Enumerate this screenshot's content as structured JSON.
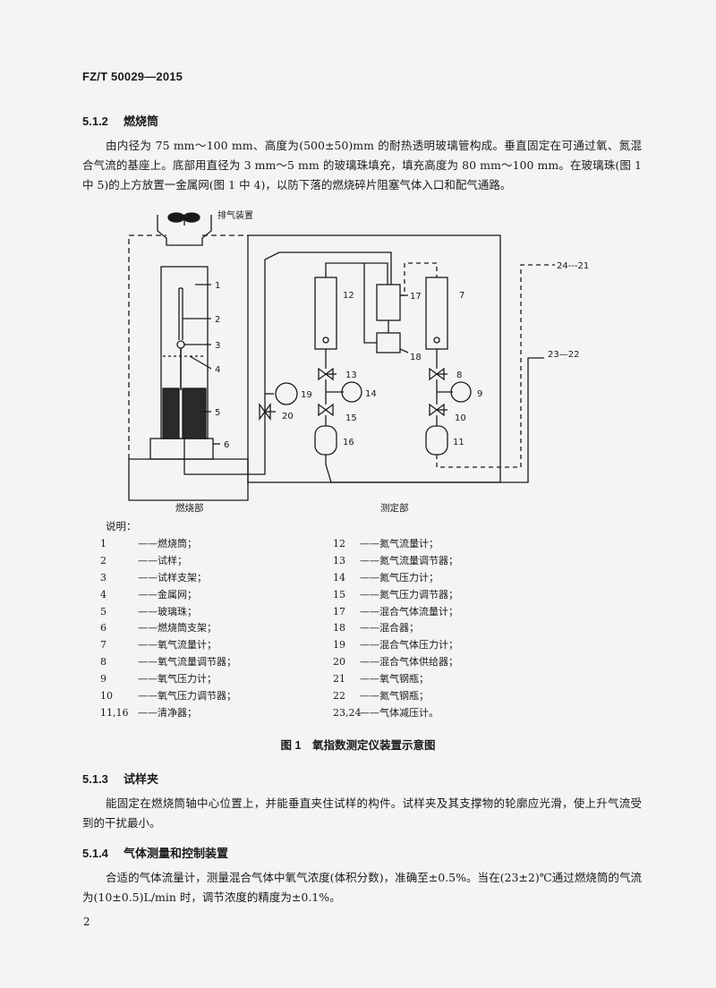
{
  "header": "FZ/T 50029—2015",
  "sections": [
    {
      "num": "5.1.2",
      "title": "燃烧筒",
      "text": "由内径为 75 mm～100 mm、高度为(500±50)mm 的耐热透明玻璃管构成。垂直固定在可通过氧、氮混合气流的基座上。底部用直径为 3 mm～5 mm 的玻璃珠填充，填充高度为 80 mm～100 mm。在玻璃珠(图 1 中 5)的上方放置一金属网(图 1 中 4)，以防下落的燃烧碎片阻塞气体入口和配气通路。"
    },
    {
      "num": "5.1.3",
      "title": "试样夹",
      "text": "能固定在燃烧筒轴中心位置上，并能垂直夹住试样的构件。试样夹及其支撑物的轮廓应光滑，使上升气流受到的干扰最小。"
    },
    {
      "num": "5.1.4",
      "title": "气体测量和控制装置",
      "text": "合适的气体流量计，测量混合气体中氧气浓度(体积分数)，准确至±0.5%。当在(23±2)℃通过燃烧筒的气流为(10±0.5)L/min 时，调节浓度的精度为±0.1%。"
    }
  ],
  "figure": {
    "exhaust_label": "排气装置",
    "combustion_label": "燃烧部",
    "measure_label": "测定部",
    "callouts": {
      "n1": "1",
      "n2": "2",
      "n3": "3",
      "n4": "4",
      "n5": "5",
      "n6": "6",
      "n7": "7",
      "n8": "8",
      "n9": "9",
      "n10": "10",
      "n11": "11",
      "n12": "12",
      "n13": "13",
      "n14": "14",
      "n15": "15",
      "n16": "16",
      "n17": "17",
      "n18": "18",
      "n19": "19",
      "n20": "20",
      "n2421": "24---21",
      "n2322": "23—22"
    },
    "legend_title": "说明：",
    "legend_left": [
      {
        "k": "1",
        "v": "——燃烧筒；"
      },
      {
        "k": "2",
        "v": "——试样；"
      },
      {
        "k": "3",
        "v": "——试样支架；"
      },
      {
        "k": "4",
        "v": "——金属网；"
      },
      {
        "k": "5",
        "v": "——玻璃珠；"
      },
      {
        "k": "6",
        "v": "——燃烧筒支架；"
      },
      {
        "k": "7",
        "v": "——氧气流量计；"
      },
      {
        "k": "8",
        "v": "——氧气流量调节器；"
      },
      {
        "k": "9",
        "v": "——氧气压力计；"
      },
      {
        "k": "10",
        "v": "——氧气压力调节器；"
      },
      {
        "k": "11,16",
        "v": "——清净器；"
      }
    ],
    "legend_right": [
      {
        "k": "12",
        "v": "——氮气流量计；"
      },
      {
        "k": "13",
        "v": "——氮气流量调节器；"
      },
      {
        "k": "14",
        "v": "——氮气压力计；"
      },
      {
        "k": "15",
        "v": "——氮气压力调节器；"
      },
      {
        "k": "17",
        "v": "——混合气体流量计；"
      },
      {
        "k": "18",
        "v": "——混合器；"
      },
      {
        "k": "19",
        "v": "——混合气体压力计；"
      },
      {
        "k": "20",
        "v": "——混合气体供给器；"
      },
      {
        "k": "21",
        "v": "——氧气钢瓶；"
      },
      {
        "k": "22",
        "v": "——氮气钢瓶；"
      },
      {
        "k": "23,24",
        "v": "——气体减压计。"
      }
    ],
    "caption": "图 1　氧指数测定仪装置示意图"
  },
  "page_number": "2"
}
